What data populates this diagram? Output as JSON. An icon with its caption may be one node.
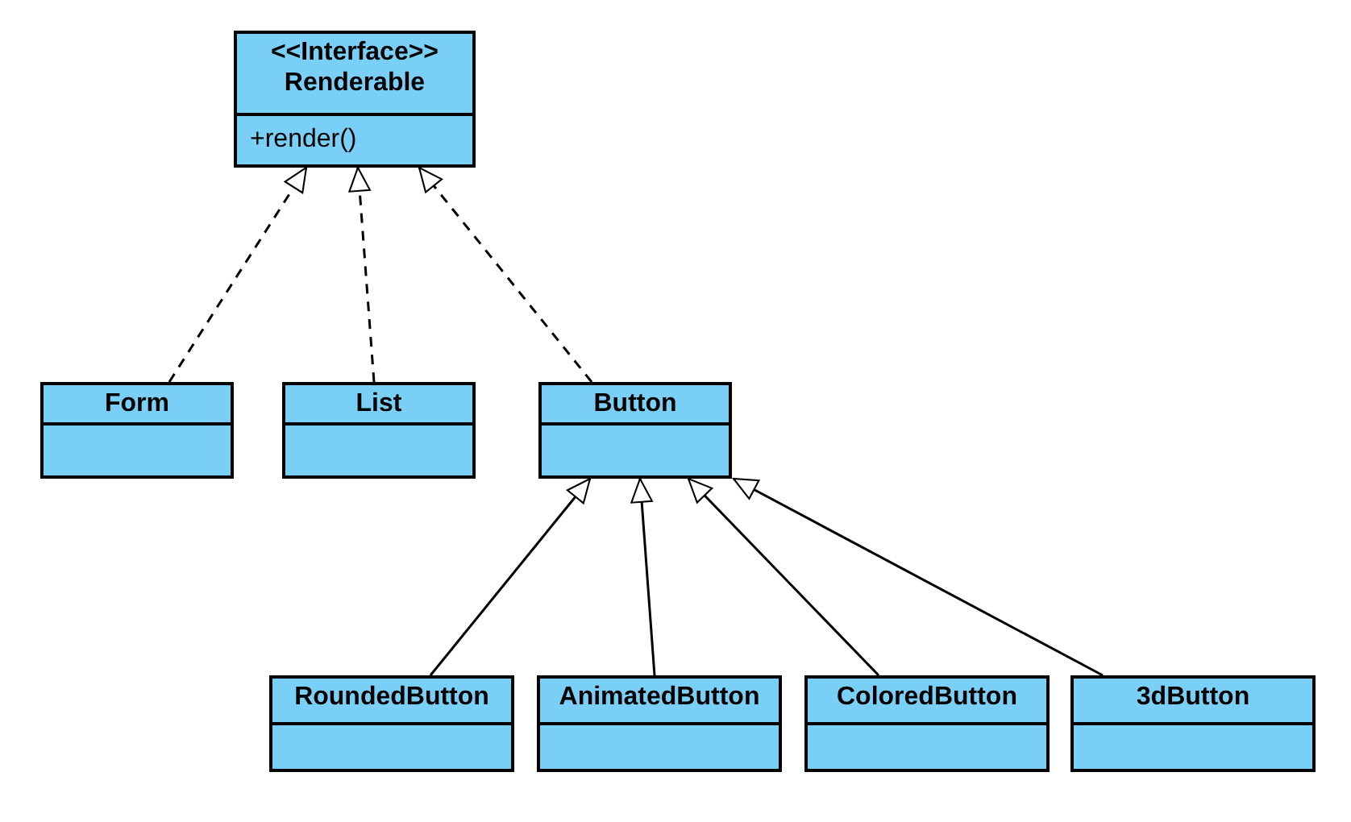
{
  "diagram": {
    "nodes": [
      {
        "text": [
          "<<Interface>> Renderable",
          "+render()"
        ]
      },
      {
        "text": [
          "Form"
        ]
      },
      {
        "text": [
          "List"
        ]
      },
      {
        "text": [
          "Button"
        ]
      },
      {
        "text": [
          "RoundedButton"
        ]
      },
      {
        "text": [
          "AnimatedButton"
        ]
      },
      {
        "text": [
          "ColoredButton"
        ]
      },
      {
        "text": [
          "3dButton"
        ]
      }
    ],
    "edges": [
      {
        "from": 1,
        "to": 0,
        "arrow": "to",
        "style": "dashed"
      },
      {
        "from": 2,
        "to": 0,
        "arrow": "to",
        "style": "dashed"
      },
      {
        "from": 3,
        "to": 0,
        "arrow": "to",
        "style": "dashed"
      },
      {
        "from": 4,
        "to": 3,
        "arrow": "to"
      },
      {
        "from": 5,
        "to": 3,
        "arrow": "to"
      },
      {
        "from": 6,
        "to": 3,
        "arrow": "to"
      },
      {
        "from": 7,
        "to": 3,
        "arrow": "to"
      }
    ]
  }
}
